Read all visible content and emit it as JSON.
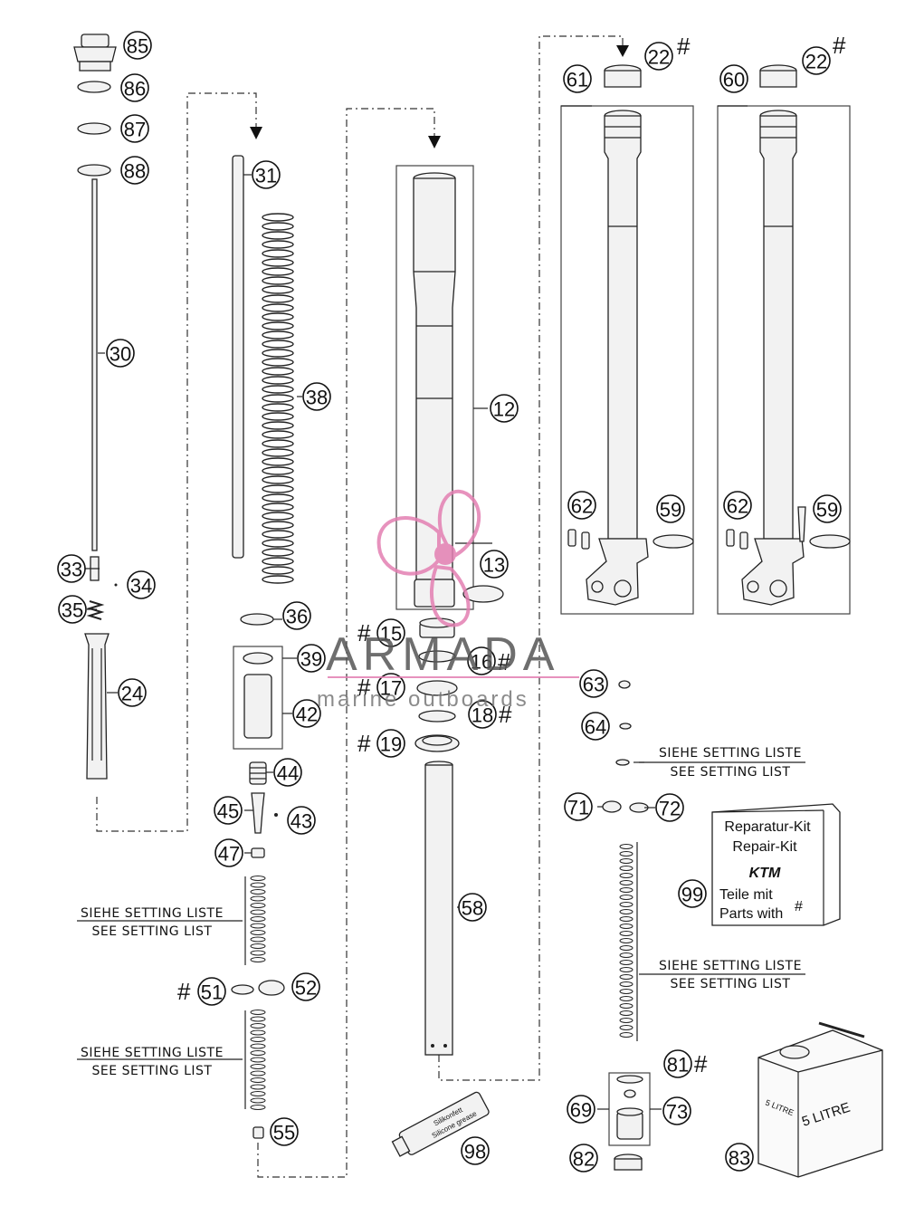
{
  "callouts": {
    "c85": "85",
    "c86": "86",
    "c87": "87",
    "c88": "88",
    "c30": "30",
    "c33": "33",
    "c34": "34",
    "c35": "35",
    "c24": "24",
    "c31": "31",
    "c38": "38",
    "c36": "36",
    "c39": "39",
    "c42": "42",
    "c44": "44",
    "c45": "45",
    "c43": "43",
    "c47": "47",
    "c51": "51",
    "c52": "52",
    "c55": "55",
    "c12": "12",
    "c13": "13",
    "c15": "15",
    "c16": "16",
    "c17": "17",
    "c18": "18",
    "c19": "19",
    "c58": "58",
    "c98": "98",
    "c22a": "22",
    "c22b": "22",
    "c61": "61",
    "c60": "60",
    "c62a": "62",
    "c62b": "62",
    "c59a": "59",
    "c59b": "59",
    "c63": "63",
    "c64": "64",
    "c71": "71",
    "c72": "72",
    "c99": "99",
    "c81": "81",
    "c69": "69",
    "c73": "73",
    "c82": "82",
    "c83": "83"
  },
  "hash_mark": "#",
  "setting_labels": {
    "de": "SIEHE SETTING LISTE",
    "en": "SEE SETTING LIST"
  },
  "repair_kit": {
    "line1": "Reparatur-Kit",
    "line2": "Repair-Kit",
    "brand": "KTM",
    "line3": "Teile mit",
    "line4": "Parts with"
  },
  "product_labels": {
    "tube_line1": "Silikonfett",
    "tube_line2": "Silicone grease",
    "can_front": "5 LITRE",
    "can_side": "5 LITRE"
  },
  "watermark": {
    "title": "ARMADA",
    "subtitle": "marine outboards"
  },
  "colors": {
    "watermark_logo": "#e37fb2",
    "line": "#222222"
  }
}
